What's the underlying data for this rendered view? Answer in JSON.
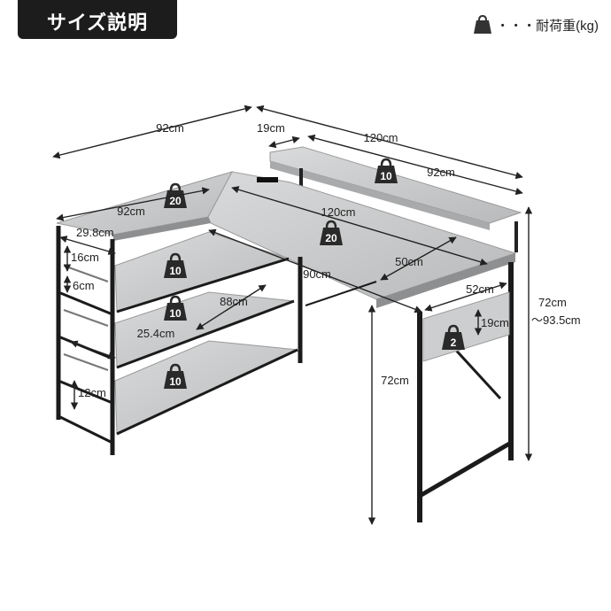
{
  "header": {
    "title": "サイズ説明"
  },
  "legend": {
    "label": "・・・耐荷重(kg)"
  },
  "dimensions": {
    "total_width_left": "92cm",
    "top_shelf_depth": "19cm",
    "top_shelf_width_total": "120cm",
    "top_shelf_width_main": "92cm",
    "left_desk_width": "92cm",
    "main_desk_width": "120cm",
    "side_depth": "29.8cm",
    "shelf_gap_a": "16cm",
    "shelf_gap_b": "6cm",
    "main_depth": "50cm",
    "left_desk_depth": "90cm",
    "shelf_width": "88cm",
    "hook_width": "52cm",
    "hook_height": "19cm",
    "shelf_depth": "25.4cm",
    "bottom_clearance": "12cm",
    "leg_height": "72cm",
    "height_range_a": "72cm",
    "height_range_b": "～93.5cm"
  },
  "weights": {
    "top_shelf": "10",
    "left_desk": "20",
    "main_desk": "20",
    "shelf_1": "10",
    "shelf_2": "10",
    "shelf_3": "10",
    "hook": "2"
  }
}
